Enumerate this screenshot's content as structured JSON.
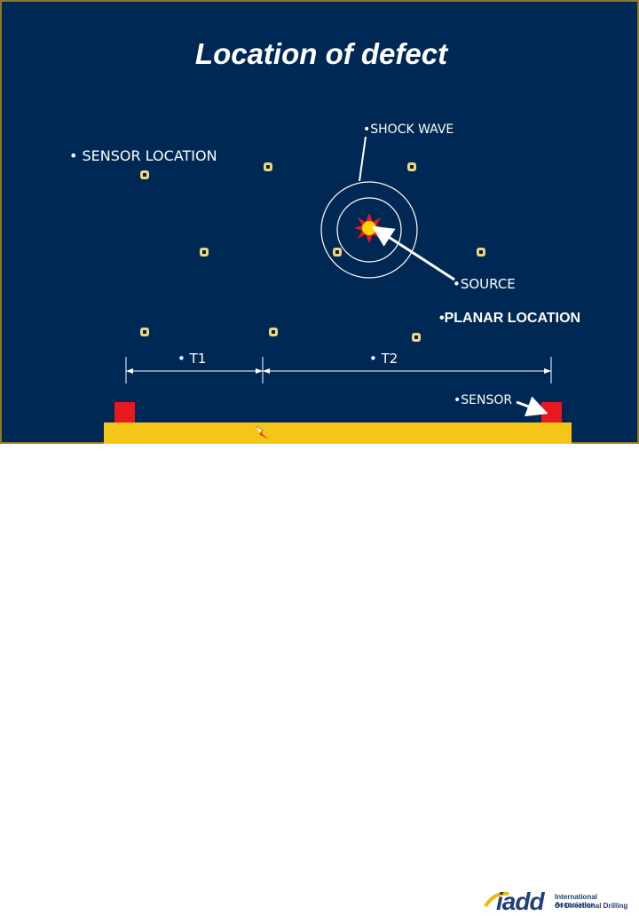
{
  "title": "Location of defect",
  "labels": {
    "shock_wave": "•SHOCK WAVE",
    "sensor_location": "• SENSOR LOCATION",
    "source": "•SOURCE",
    "planar_location": "•PLANAR LOCATION",
    "t1": "• T1",
    "t2": "• T2",
    "sensor": "•SENSOR"
  },
  "logo": {
    "word": "iadd",
    "line1": "International Association",
    "line2": "Of Directional Drilling"
  },
  "colors": {
    "background": "#002854",
    "sensor_dot": "#e8d98a",
    "source": "#ffd400",
    "beam": "#f5c518",
    "sensor_block": "#e8191e"
  }
}
